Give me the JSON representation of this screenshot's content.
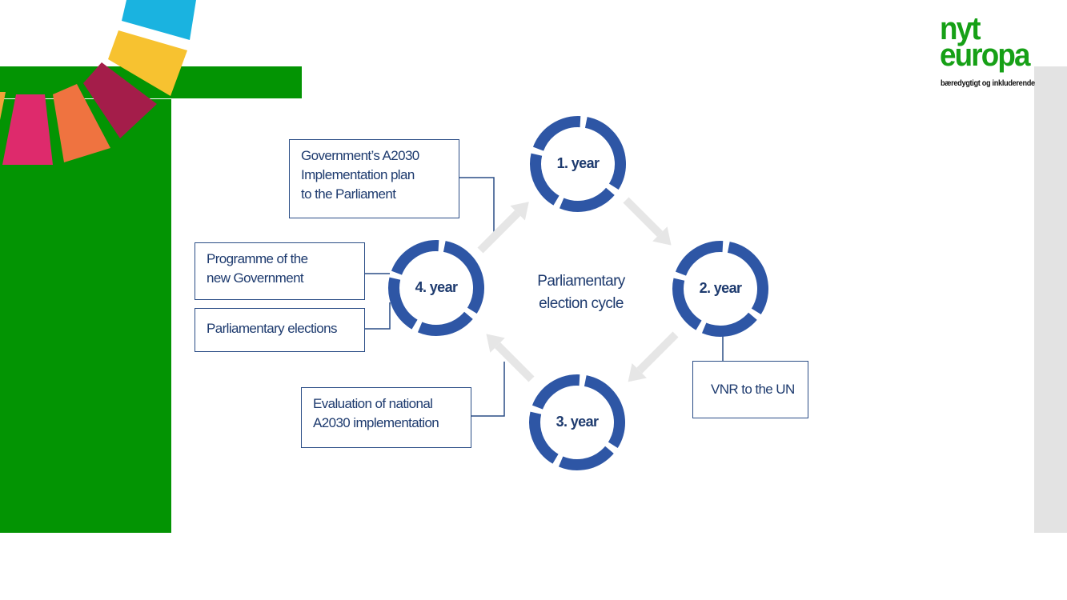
{
  "logo": {
    "line1": "nyt",
    "line2": "europa",
    "tagline": "bæredygtigt og inkluderende"
  },
  "colors": {
    "green": "#039403",
    "logo_green": "#16a016",
    "ring_blue": "#2e56a5",
    "box_border": "#2a4d86",
    "text_blue": "#1d3a6e",
    "arrow_gray": "#e6e6e6",
    "strip_gray": "#e3e3e3"
  },
  "diagram": {
    "center": [
      "Parliamentary",
      "election cycle"
    ],
    "years": {
      "y1": "1. year",
      "y2": "2. year",
      "y3": "3. year",
      "y4": "4. year"
    },
    "boxes": {
      "government_plan": [
        "Government’s A2030",
        "Implementation plan",
        "to the Parliament"
      ],
      "programme": [
        "Programme of the",
        "new Government"
      ],
      "elections": [
        "Parliamentary elections"
      ],
      "evaluation": [
        "Evaluation of national",
        "A2030 implementation"
      ],
      "vnr": [
        "VNR to the UN"
      ]
    }
  }
}
